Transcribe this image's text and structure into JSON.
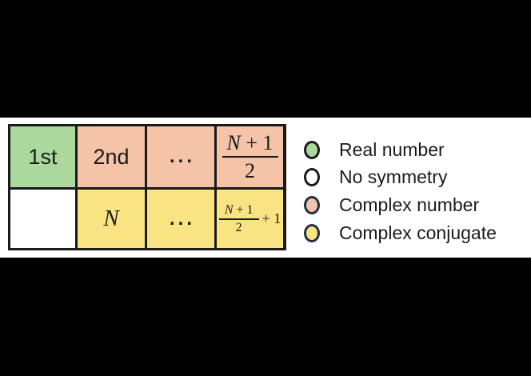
{
  "canvas": {
    "background_color": "#000000",
    "band_color": "#ffffff",
    "border_color": "#1a1a1a"
  },
  "colors": {
    "real_number_green": "#abd89c",
    "no_symmetry_white": "#ffffff",
    "complex_number_salmon": "#f4c3a8",
    "complex_conjugate_yellow": "#fae382",
    "circle_outline_dark": "#1a1a1a",
    "circle_outline_navy": "#1e3044"
  },
  "table": {
    "rows": [
      {
        "cells": [
          {
            "text": "1st",
            "bg": "#abd89c",
            "meaning": "Real number"
          },
          {
            "text": "2nd",
            "bg": "#f4c3a8",
            "meaning": "Complex number"
          },
          {
            "text": "...",
            "bg": "#f4c3a8",
            "meaning": "Complex number"
          },
          {
            "fraction": {
              "num_var": "N",
              "num_rest": " + 1",
              "den": "2"
            },
            "bg": "#f4c3a8",
            "meaning": "Complex number"
          }
        ]
      },
      {
        "cells": [
          {
            "text": "",
            "bg": "#ffffff",
            "meaning": "No symmetry"
          },
          {
            "text": "N",
            "bg": "#fae382",
            "meaning": "Complex conjugate"
          },
          {
            "text": "...",
            "bg": "#fae382",
            "meaning": "Complex conjugate"
          },
          {
            "fraction": {
              "num_var": "N",
              "num_rest": " + 1",
              "den": "2",
              "suffix": "+ 1"
            },
            "bg": "#fae382",
            "meaning": "Complex conjugate"
          }
        ]
      }
    ]
  },
  "legend": {
    "items": [
      {
        "label": "Real number",
        "fill": "#abd89c",
        "stroke": "#1a1a1a"
      },
      {
        "label": "No symmetry",
        "fill": "#ffffff",
        "stroke": "#1a1a1a"
      },
      {
        "label": "Complex number",
        "fill": "#f4c3a8",
        "stroke": "#1e3044"
      },
      {
        "label": "Complex conjugate",
        "fill": "#fae382",
        "stroke": "#1e3044"
      }
    ]
  }
}
